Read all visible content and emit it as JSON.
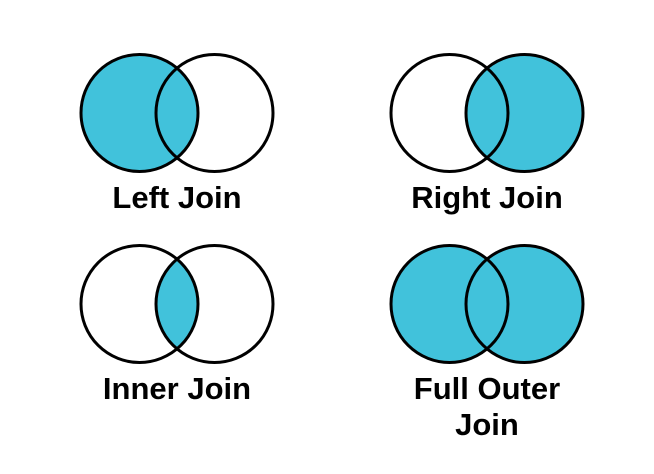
{
  "page": {
    "background_color": "#ffffff"
  },
  "diagram": {
    "fill_color": "#41C2DB",
    "stroke_color": "#000000",
    "stroke_width": 3,
    "joins": [
      {
        "id": "left-join",
        "label": "Left Join",
        "filled_regions": [
          "left",
          "intersection"
        ]
      },
      {
        "id": "right-join",
        "label": "Right Join",
        "filled_regions": [
          "right",
          "intersection"
        ]
      },
      {
        "id": "inner-join",
        "label": "Inner Join",
        "filled_regions": [
          "intersection"
        ]
      },
      {
        "id": "full-outer-join",
        "label": "Full Outer Join",
        "filled_regions": [
          "left",
          "right",
          "intersection"
        ]
      }
    ]
  }
}
